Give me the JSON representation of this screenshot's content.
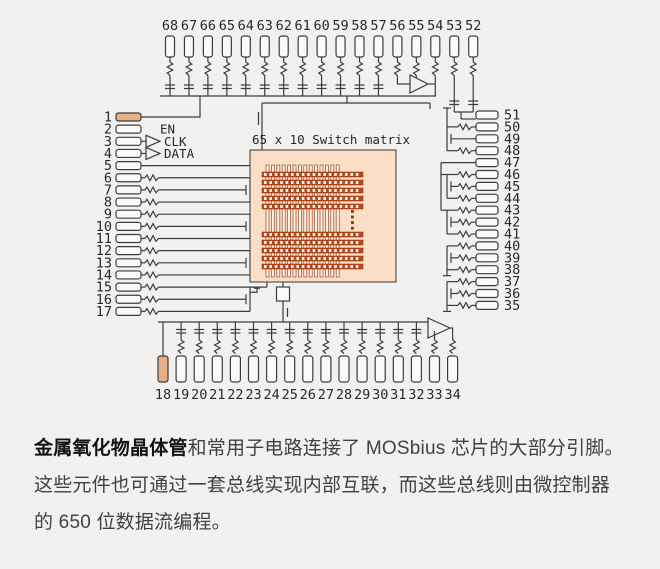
{
  "figure": {
    "matrix": {
      "label": "65 x 10 Switch matrix",
      "bus_rows": 10,
      "bus_columns_note": "65"
    },
    "signals": {
      "en": "EN",
      "clk": "CLK",
      "data": "DATA"
    },
    "pins": {
      "top": [
        "68",
        "67",
        "66",
        "65",
        "64",
        "63",
        "62",
        "61",
        "60",
        "59",
        "58",
        "57",
        "56",
        "55",
        "54",
        "53",
        "52"
      ],
      "left": [
        "1",
        "2",
        "3",
        "4",
        "5",
        "6",
        "7",
        "8",
        "9",
        "10",
        "11",
        "12",
        "13",
        "14",
        "15",
        "16",
        "17"
      ],
      "right": [
        "51",
        "50",
        "49",
        "48",
        "47",
        "46",
        "45",
        "44",
        "43",
        "42",
        "41",
        "40",
        "39",
        "38",
        "37",
        "36",
        "35"
      ],
      "bottom": [
        "18",
        "19",
        "20",
        "21",
        "22",
        "23",
        "24",
        "25",
        "26",
        "27",
        "28",
        "29",
        "30",
        "31",
        "32",
        "33",
        "34"
      ],
      "highlighted": [
        "1",
        "18"
      ]
    },
    "colors": {
      "background": "#f2f1ef",
      "wire": "#3c3c3c",
      "pad_fill": "#fbfaf8",
      "pad_highlight": "#e5b089",
      "matrix_bg": "#fadfc6",
      "matrix_border": "#4c443c",
      "matrix_bar": "#b7491d",
      "matrix_bar_edge": "#86310f",
      "matrix_stub": "#f6f1e9",
      "label_text": "#26282a"
    }
  },
  "caption": {
    "bold": "金属氧化物晶体管",
    "text": "和常用子电路连接了 MOSbius 芯片的大部分引脚。这些元件也可通过一套总线实现内部互联，而这些总线则由微控制器的 650 位数据流编程。"
  }
}
